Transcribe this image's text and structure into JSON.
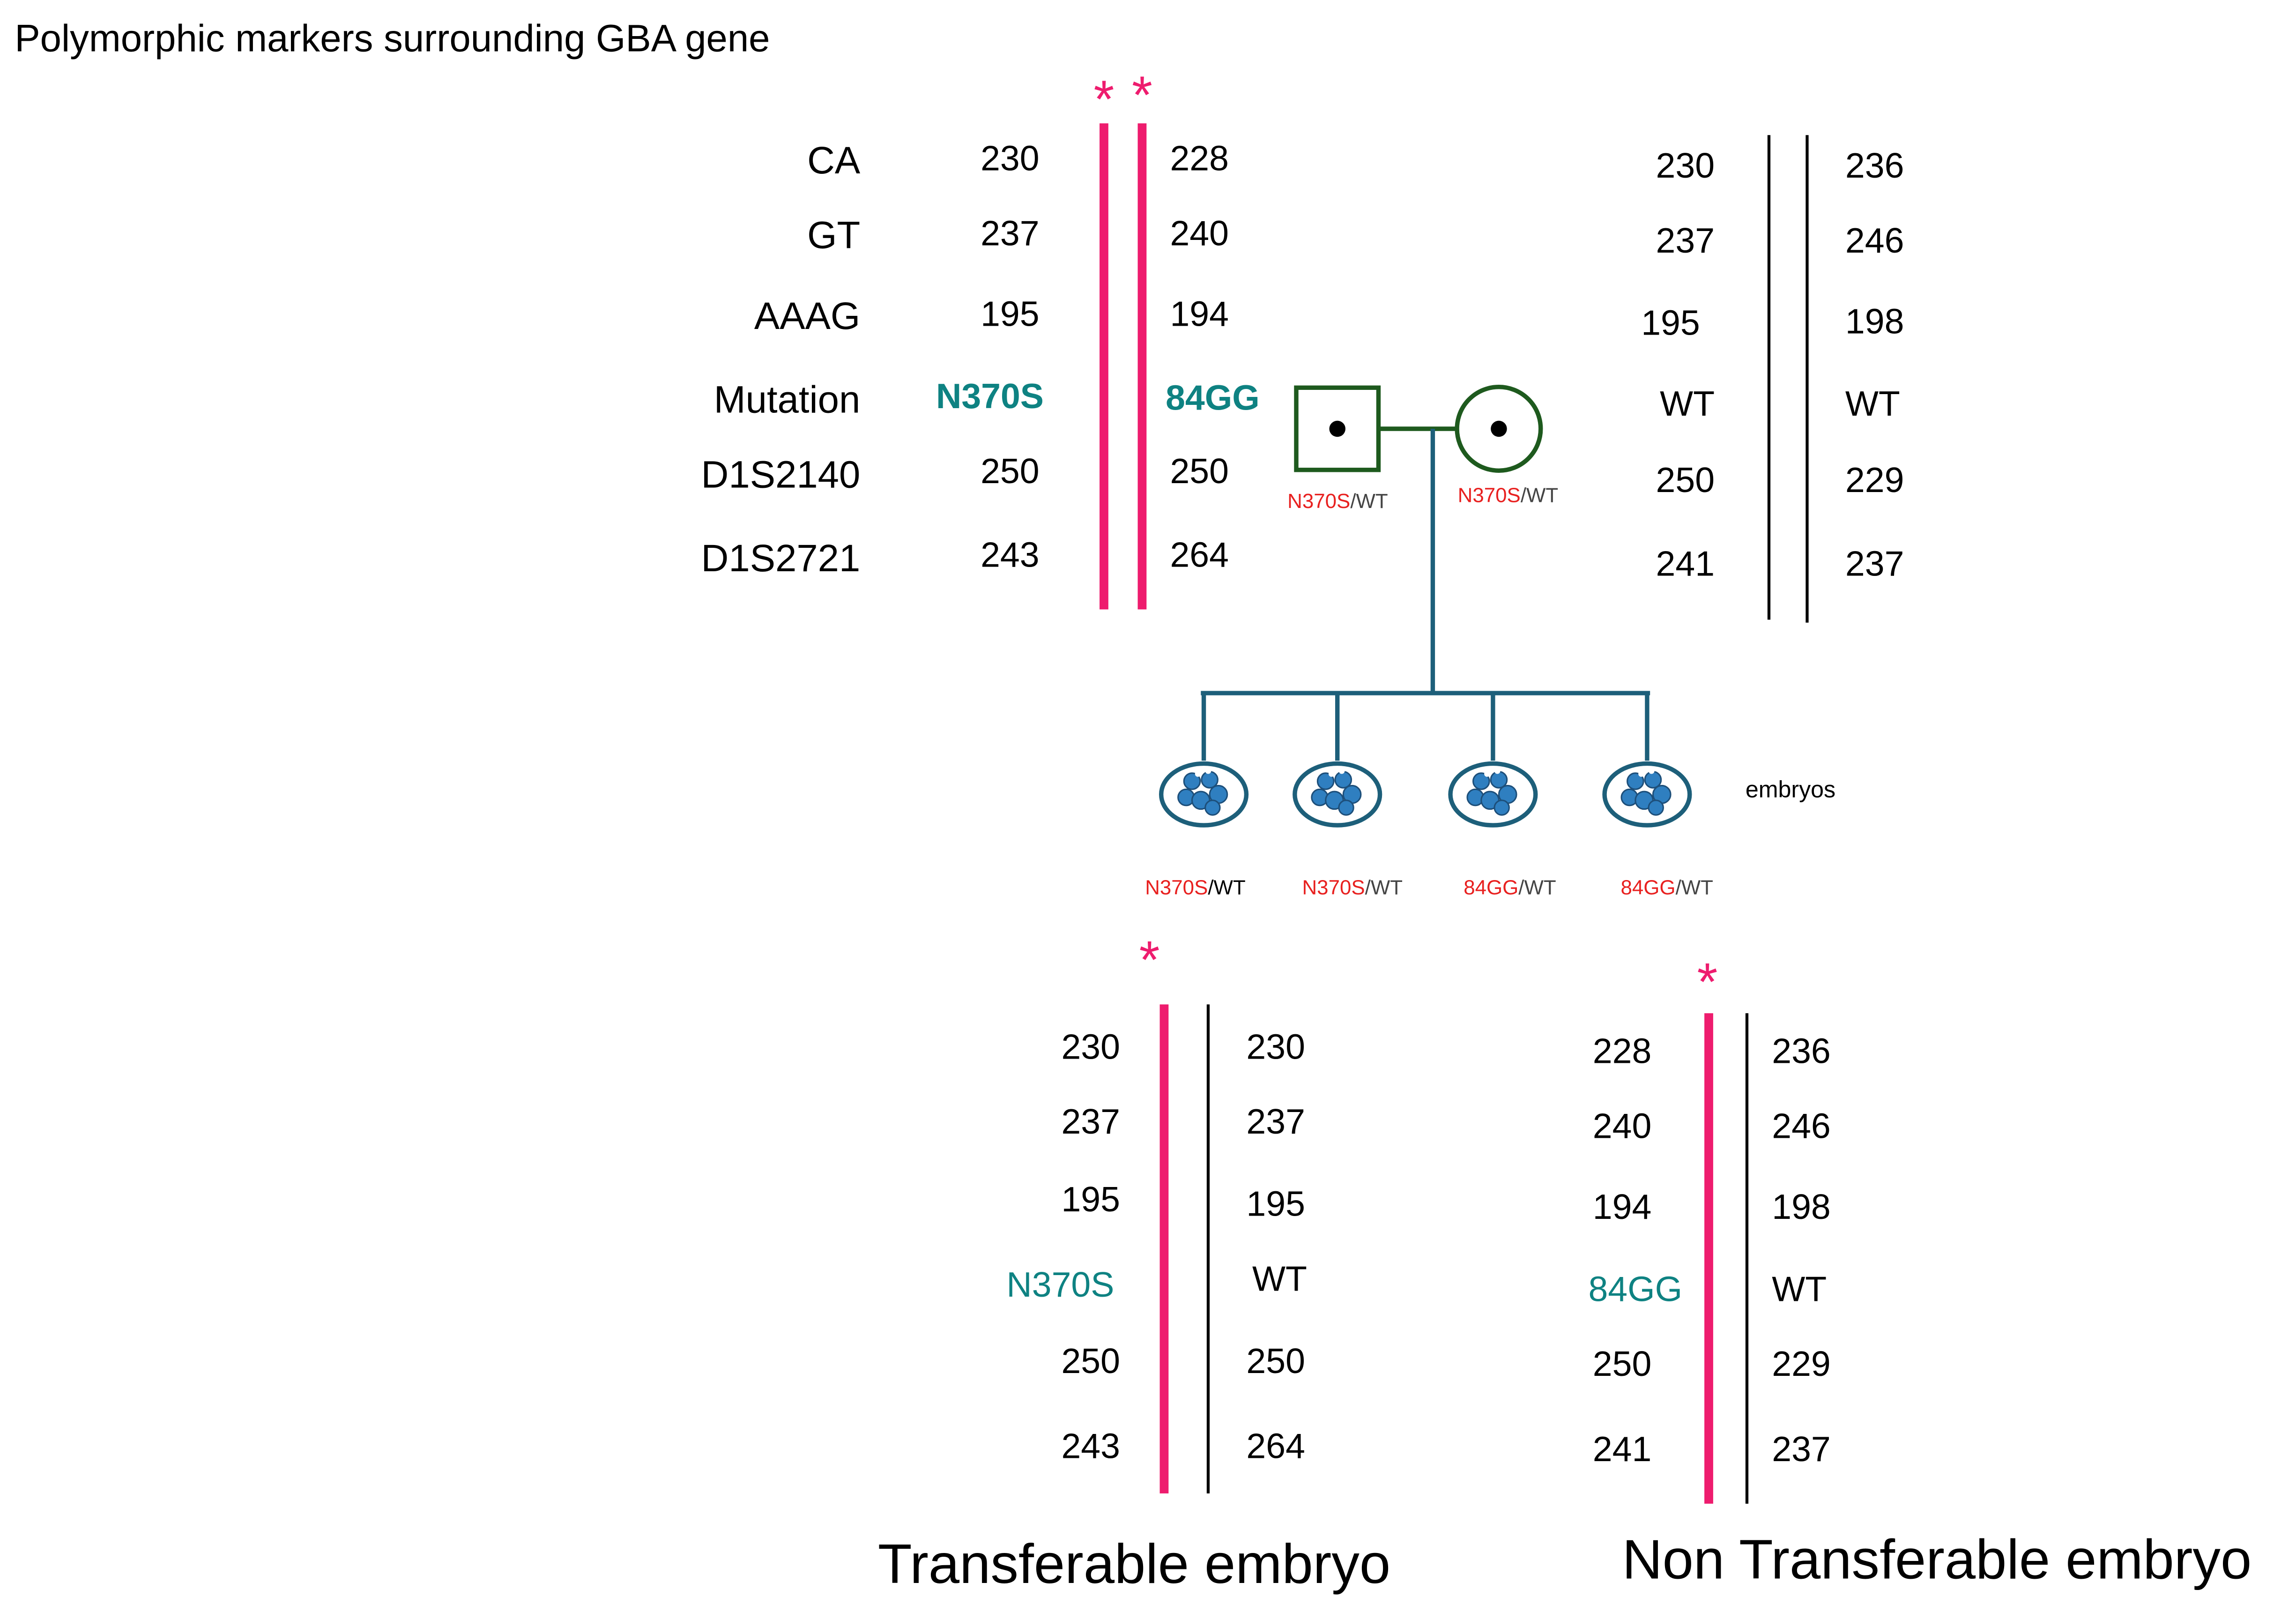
{
  "title": "Polymorphic markers surrounding GBA gene",
  "markers": [
    "CA",
    "GT",
    "AAAG",
    "Mutation",
    "D1S2140",
    "D1S2721"
  ],
  "parent1": {
    "left": [
      "230",
      "237",
      "195",
      "N370S",
      "250",
      "243"
    ],
    "right": [
      "228",
      "240",
      "194",
      "84GG",
      "250",
      "264"
    ]
  },
  "parent2": {
    "left": [
      "230",
      "237",
      "195",
      "WT",
      "250",
      "241"
    ],
    "right": [
      "236",
      "246",
      "198",
      "WT",
      "229",
      "237"
    ]
  },
  "pedigree": {
    "father_mut": "N370S",
    "father_wt": "/WT",
    "mother_mut": "N370S",
    "mother_wt": "/WT"
  },
  "embryos_label": "embryos",
  "embryos": [
    {
      "mut": "N370S",
      "wt": "/WT"
    },
    {
      "mut": "N370S",
      "wt": "/WT"
    },
    {
      "mut": "84GG",
      "wt": "/WT"
    },
    {
      "mut": "84GG",
      "wt": "/WT"
    }
  ],
  "transferable": {
    "left": [
      "230",
      "237",
      "195",
      "N370S",
      "250",
      "243"
    ],
    "right": [
      "230",
      "237",
      "195",
      "WT",
      "250",
      "264"
    ],
    "caption": "Transferable embryo"
  },
  "nontransferable": {
    "left": [
      "228",
      "240",
      "194",
      "84GG",
      "250",
      "241"
    ],
    "right": [
      "236",
      "246",
      "198",
      "WT",
      "229",
      "237"
    ],
    "caption": "Non Transferable embryo"
  },
  "star": "*",
  "colors": {
    "pink": "#ee1c6e",
    "teal": "#0e8282",
    "red": "#e8201f",
    "green": "#1e5a1e",
    "blue_line": "#1d5f7a",
    "embryo": "#2f7fc0"
  }
}
